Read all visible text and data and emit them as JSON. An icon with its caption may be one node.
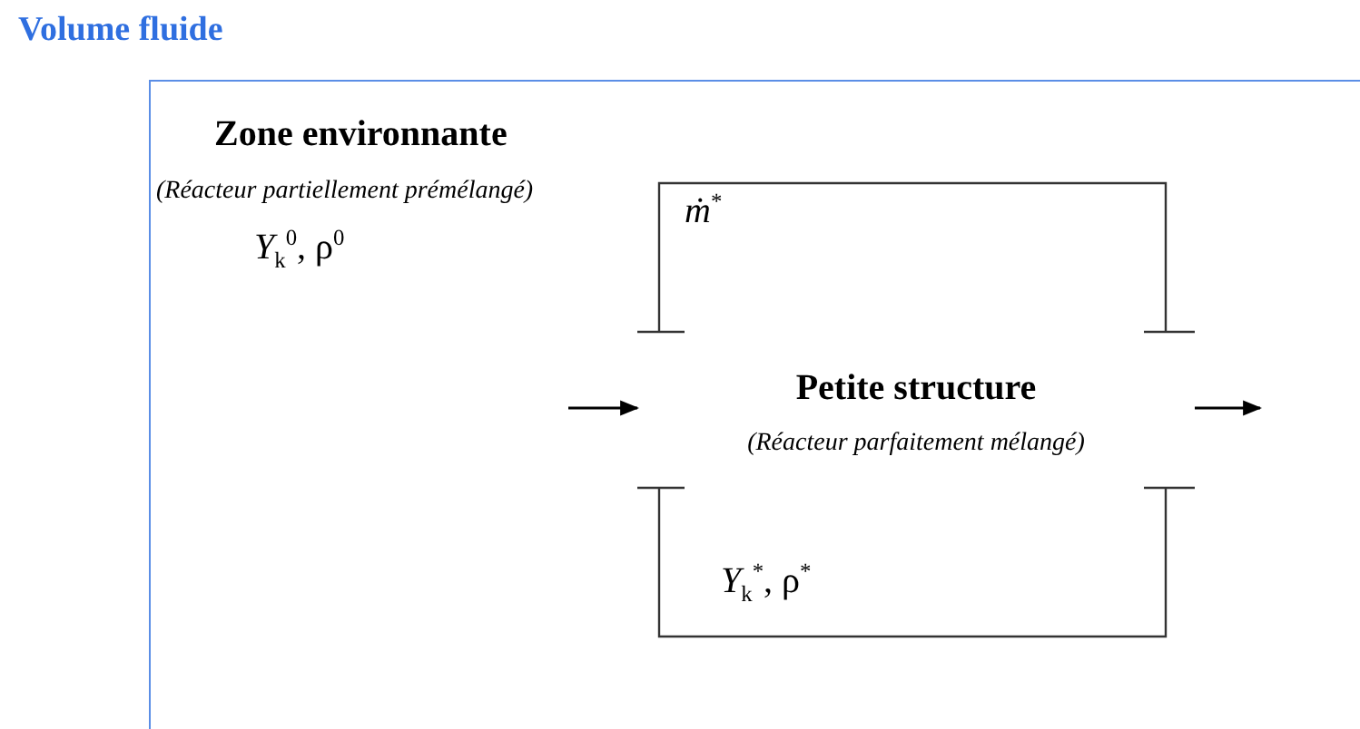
{
  "diagram": {
    "nodes": [
      {
        "text": [
          "Volume fluide"
        ]
      },
      {
        "text": [
          "Petite structure",
          "(Réacteur parfaitement mélangé)",
          "*ṁ*$^{*}$",
          "*Y*$_{k}$$^{*}$, ρ$^{*}$"
        ],
        "in": 0
      }
    ],
    "edges": [
      {
        "from": null,
        "to": 1,
        "arrow": "to"
      },
      {
        "from": 1,
        "to": null,
        "arrow": "to"
      }
    ],
    "labels": [
      "Zone environnante",
      "(Réacteur partiellement prémélangé)",
      "*Y*$_{k}$$^{0}$, ρ$^{0}$"
    ]
  }
}
